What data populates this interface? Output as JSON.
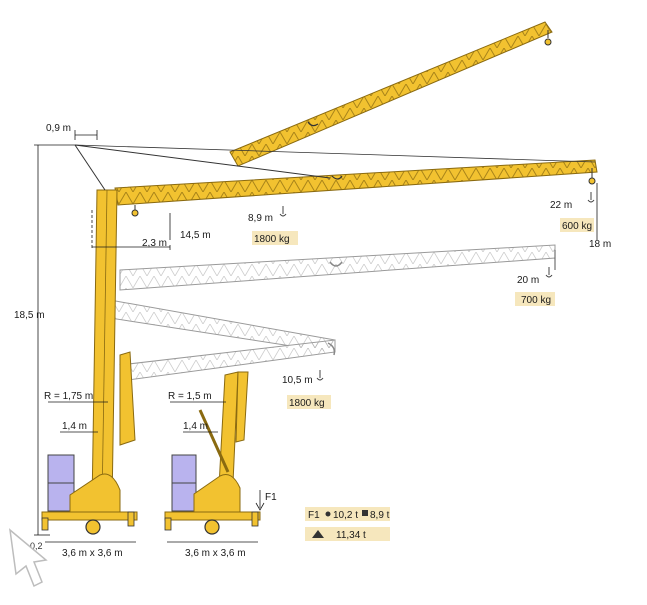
{
  "diagram": {
    "dimensions": {
      "top_offset": "0,9 m",
      "total_height": "18,5 m",
      "hook_height_main": "14,5 m",
      "hook_offset": "2,3 m",
      "radius_a": "R = 1,75 m",
      "radius_b": "R = 1,5 m",
      "axle_a": "1,4 m",
      "axle_b": "1,4 m",
      "base_a": "3,6 m x 3,6 m",
      "base_b": "3,6 m x 3,6 m",
      "right_height": "18 m",
      "corner_mark": "0,2"
    },
    "loads": [
      {
        "radius": "8,9 m",
        "capacity": "1800 kg"
      },
      {
        "radius": "22 m",
        "capacity": "600 kg"
      },
      {
        "radius": "20 m",
        "capacity": "700 kg"
      },
      {
        "radius": "10,5 m",
        "capacity": "1800 kg"
      }
    ],
    "forces": {
      "label": "F1",
      "legend_label": "F1",
      "value_1": "10,2 t",
      "value_2": "8,9 t",
      "value_total": "11,34 t"
    },
    "colors": {
      "crane": "#f2c230",
      "crane_outline": "#8a6a10",
      "ballast": "#b9b3ee",
      "ghost": "#a9a9a9",
      "label_bg": "#f6e7bd",
      "line": "#1b1b1b"
    }
  }
}
